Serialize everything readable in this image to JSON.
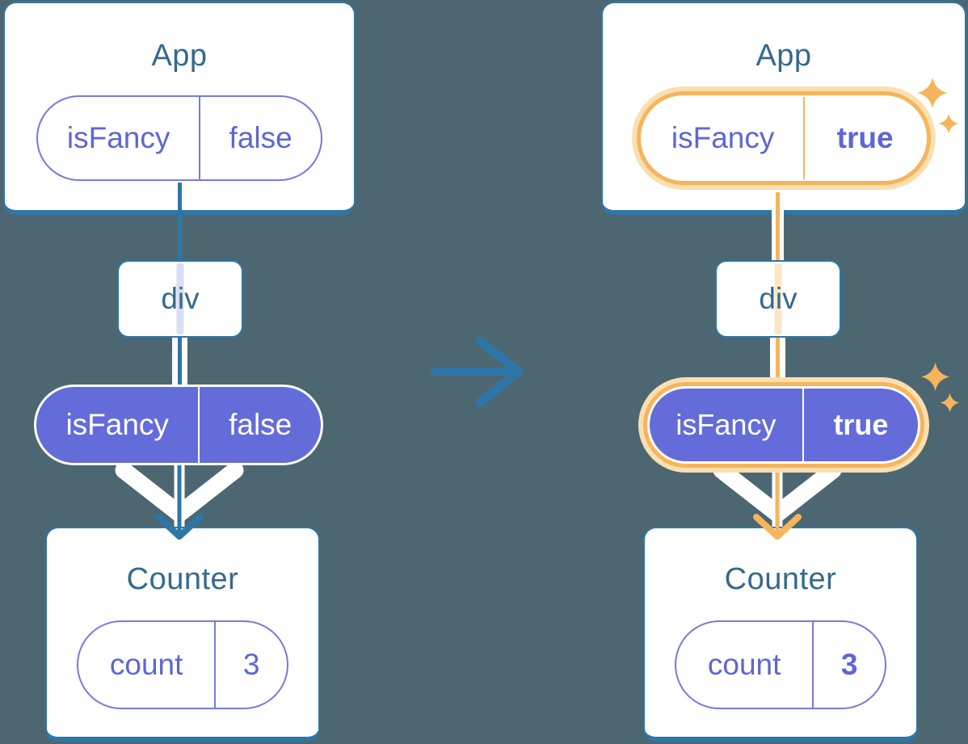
{
  "palette": {
    "page_bg": "#4C6772",
    "card_border": "#2E76A8",
    "title_text": "#35698D",
    "blue_line": "#2E76A8",
    "purple_text": "#5E66D3",
    "purple_border": "#757BD8",
    "purple_fill": "#646CD9",
    "orange": "#F6B55C",
    "orange_pale": "#FADFB1",
    "lavender_strip": "#D8DEF3",
    "peach_strip": "#FBE7C6",
    "white": "#FFFFFF"
  },
  "icons": {
    "center_arrow": "arrow-right-icon",
    "flow_arrow": "arrow-down-icon",
    "sparkle": "sparkle-icon"
  },
  "trees": [
    {
      "id": "before",
      "highlighted": false,
      "root": {
        "title": "App",
        "prop_name": "isFancy",
        "prop_value": "false"
      },
      "middle": {
        "label": "div"
      },
      "passed_prop": {
        "name": "isFancy",
        "value": "false"
      },
      "leaf": {
        "title": "Counter",
        "state_name": "count",
        "state_value": "3"
      }
    },
    {
      "id": "after",
      "highlighted": true,
      "root": {
        "title": "App",
        "prop_name": "isFancy",
        "prop_value": "true"
      },
      "middle": {
        "label": "div"
      },
      "passed_prop": {
        "name": "isFancy",
        "value": "true"
      },
      "leaf": {
        "title": "Counter",
        "state_name": "count",
        "state_value": "3"
      }
    }
  ]
}
